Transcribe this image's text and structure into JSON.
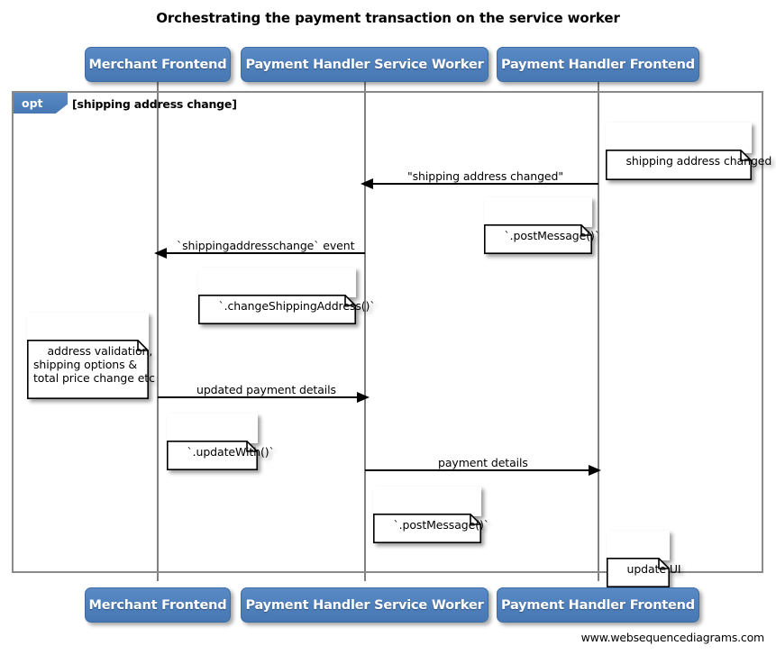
{
  "diagram": {
    "title": "Orchestrating the payment transaction on the service worker",
    "footer": "www.websequencediagrams.com",
    "accent_color": "#4F81BD",
    "line_color": "#000000",
    "frame_color": "#8A8A8A",
    "lifeline_color": "#808080"
  },
  "actors": [
    {
      "id": "merchant-frontend",
      "label": "Merchant Frontend"
    },
    {
      "id": "payment-handler-service-worker",
      "label": "Payment Handler Service Worker"
    },
    {
      "id": "payment-handler-frontend",
      "label": "Payment Handler Frontend"
    }
  ],
  "fragment": {
    "type": "opt",
    "tag": "opt",
    "guard": "[shipping address change]"
  },
  "messages": [
    {
      "id": "shipping-address-changed",
      "label": "\"shipping address changed\"",
      "from": "payment-handler-frontend",
      "to": "payment-handler-service-worker",
      "direction": "left"
    },
    {
      "id": "shippingaddresschange-event",
      "label": "`shippingaddresschange` event",
      "from": "payment-handler-service-worker",
      "to": "merchant-frontend",
      "direction": "left"
    },
    {
      "id": "updated-payment-details",
      "label": "updated payment details",
      "from": "merchant-frontend",
      "to": "payment-handler-service-worker",
      "direction": "right"
    },
    {
      "id": "payment-details",
      "label": "payment details",
      "from": "payment-handler-service-worker",
      "to": "payment-handler-frontend",
      "direction": "right"
    }
  ],
  "notes": [
    {
      "id": "note-shipping-address-changed",
      "text": "shipping address changed"
    },
    {
      "id": "note-post-message-1",
      "text": "`.postMessage()`"
    },
    {
      "id": "note-change-shipping-address",
      "text": "`.changeShippingAddress()`"
    },
    {
      "id": "note-address-validation",
      "text": "address validation,\nshipping options &\ntotal price change etc"
    },
    {
      "id": "note-update-with",
      "text": "`.updateWith()`"
    },
    {
      "id": "note-post-message-2",
      "text": "`.postMessage()`"
    },
    {
      "id": "note-update-ui",
      "text": "update UI"
    }
  ]
}
